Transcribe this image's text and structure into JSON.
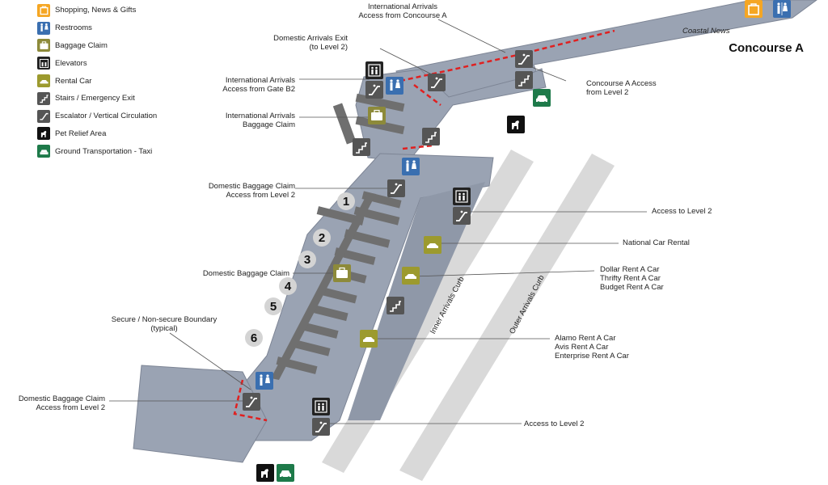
{
  "title": "Concourse A",
  "legend": [
    {
      "label": "Shopping, News & Gifts",
      "icon": "shopping-icon",
      "color": "#f5a623"
    },
    {
      "label": "Restrooms",
      "icon": "restroom-icon",
      "color": "#3a6fb0"
    },
    {
      "label": "Baggage Claim",
      "icon": "baggage-icon",
      "color": "#8d8a3a"
    },
    {
      "label": "Elevators",
      "icon": "elevator-icon",
      "color": "#222222"
    },
    {
      "label": "Rental Car",
      "icon": "rental-car-icon",
      "color": "#9c9a2e"
    },
    {
      "label": "Stairs / Emergency Exit",
      "icon": "stairs-icon",
      "color": "#555555"
    },
    {
      "label": "Escalator / Vertical Circulation",
      "icon": "escalator-icon",
      "color": "#555555"
    },
    {
      "label": "Pet Relief Area",
      "icon": "pet-relief-icon",
      "color": "#111111"
    },
    {
      "label": "Ground Transportation - Taxi",
      "icon": "taxi-icon",
      "color": "#1e7a4a"
    }
  ],
  "labels": {
    "intl_arrivals_concourse_a": [
      "International Arrivals",
      "Access from Concourse A"
    ],
    "domestic_arrivals_exit": [
      "Domestic Arrivals Exit",
      "(to Level 2)"
    ],
    "intl_arrivals_gate_b2": [
      "International Arrivals",
      "Access from Gate B2"
    ],
    "concourse_a_access": [
      "Concourse A Access",
      "from Level 2"
    ],
    "intl_baggage_claim": [
      "International Arrivals",
      "Baggage Claim"
    ],
    "domestic_baggage_level2_top": [
      "Domestic Baggage Claim",
      "Access from Level 2"
    ],
    "access_level2_top": [
      "Access to Level 2"
    ],
    "national_car_rental": [
      "National Car Rental"
    ],
    "dollar_thrifty_budget": [
      "Dollar Rent A Car",
      "Thrifty Rent A Car",
      "Budget Rent A Car"
    ],
    "domestic_baggage_claim": [
      "Domestic Baggage Claim"
    ],
    "secure_boundary": [
      "Secure / Non-secure Boundary",
      "(typical)"
    ],
    "alamo_avis_enterprise": [
      "Alamo Rent A Car",
      "Avis Rent A Car",
      "Enterprise Rent A Car"
    ],
    "domestic_baggage_level2_bottom": [
      "Domestic Baggage Claim",
      "Access from Level 2"
    ],
    "access_level2_bottom": [
      "Access to Level 2"
    ]
  },
  "shop_label": "Coastal News",
  "curbs": {
    "inner": "Inner Arrivals Curb",
    "outer": "Outer Arrivals Curb"
  },
  "carousels": [
    "1",
    "2",
    "3",
    "4",
    "5",
    "6"
  ],
  "colors": {
    "floor": "#9aa3b3",
    "floor_dark": "#7d8595",
    "carousel": "#6f6f6f",
    "curb": "#d9d9d9",
    "boundary": "#e02020"
  }
}
